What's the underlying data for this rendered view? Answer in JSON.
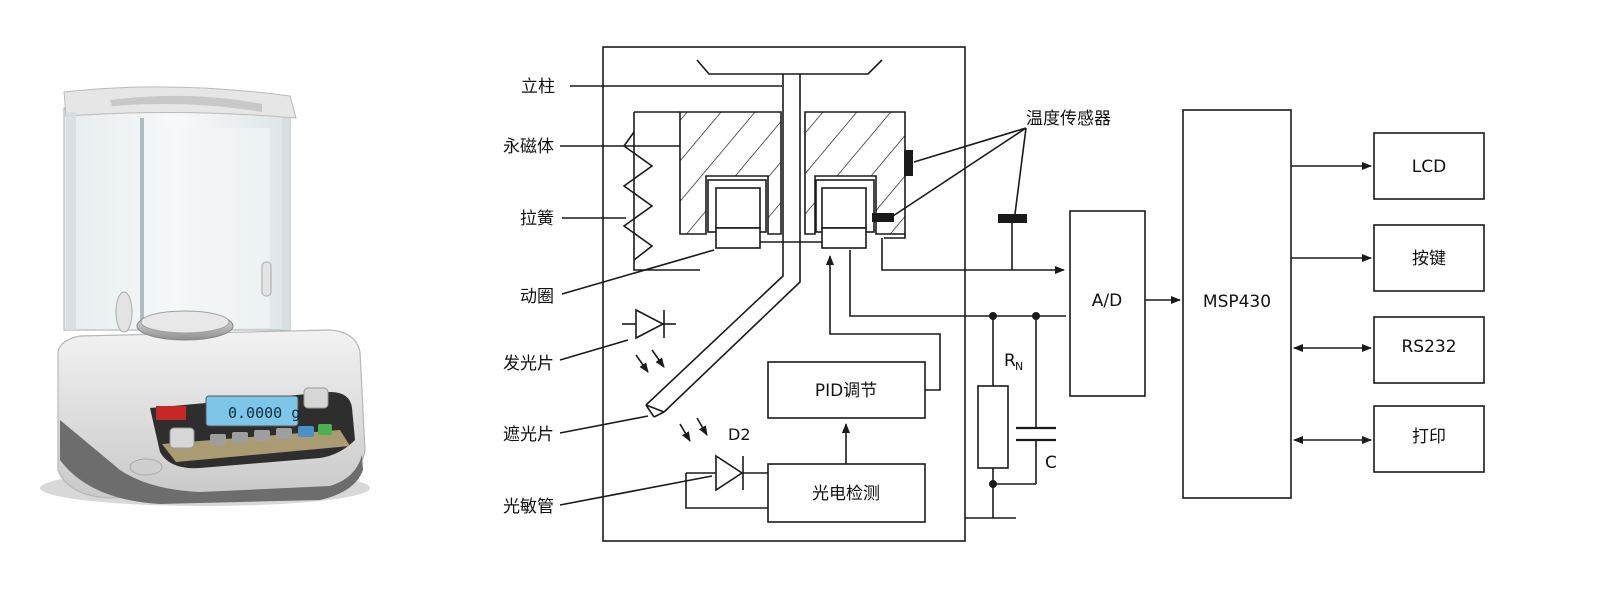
{
  "diagram": {
    "labels": {
      "pillar": "立柱",
      "permanent_magnet": "永磁体",
      "spring": "拉簧",
      "moving_coil": "动圈",
      "emitter": "发光片",
      "shutter": "遮光片",
      "photodiode": "光敏管",
      "temp_sensor": "温度传感器",
      "d2": "D2",
      "pid": "PID调节",
      "photo_detect": "光电检测",
      "ad": "A/D",
      "mcu": "MSP430",
      "lcd": "LCD",
      "keys": "按键",
      "rs232": "RS232",
      "print": "打印",
      "rn": "R",
      "rn_sub": "N",
      "cap": "C"
    }
  },
  "scale_display": {
    "readout": "0.0000 g"
  }
}
